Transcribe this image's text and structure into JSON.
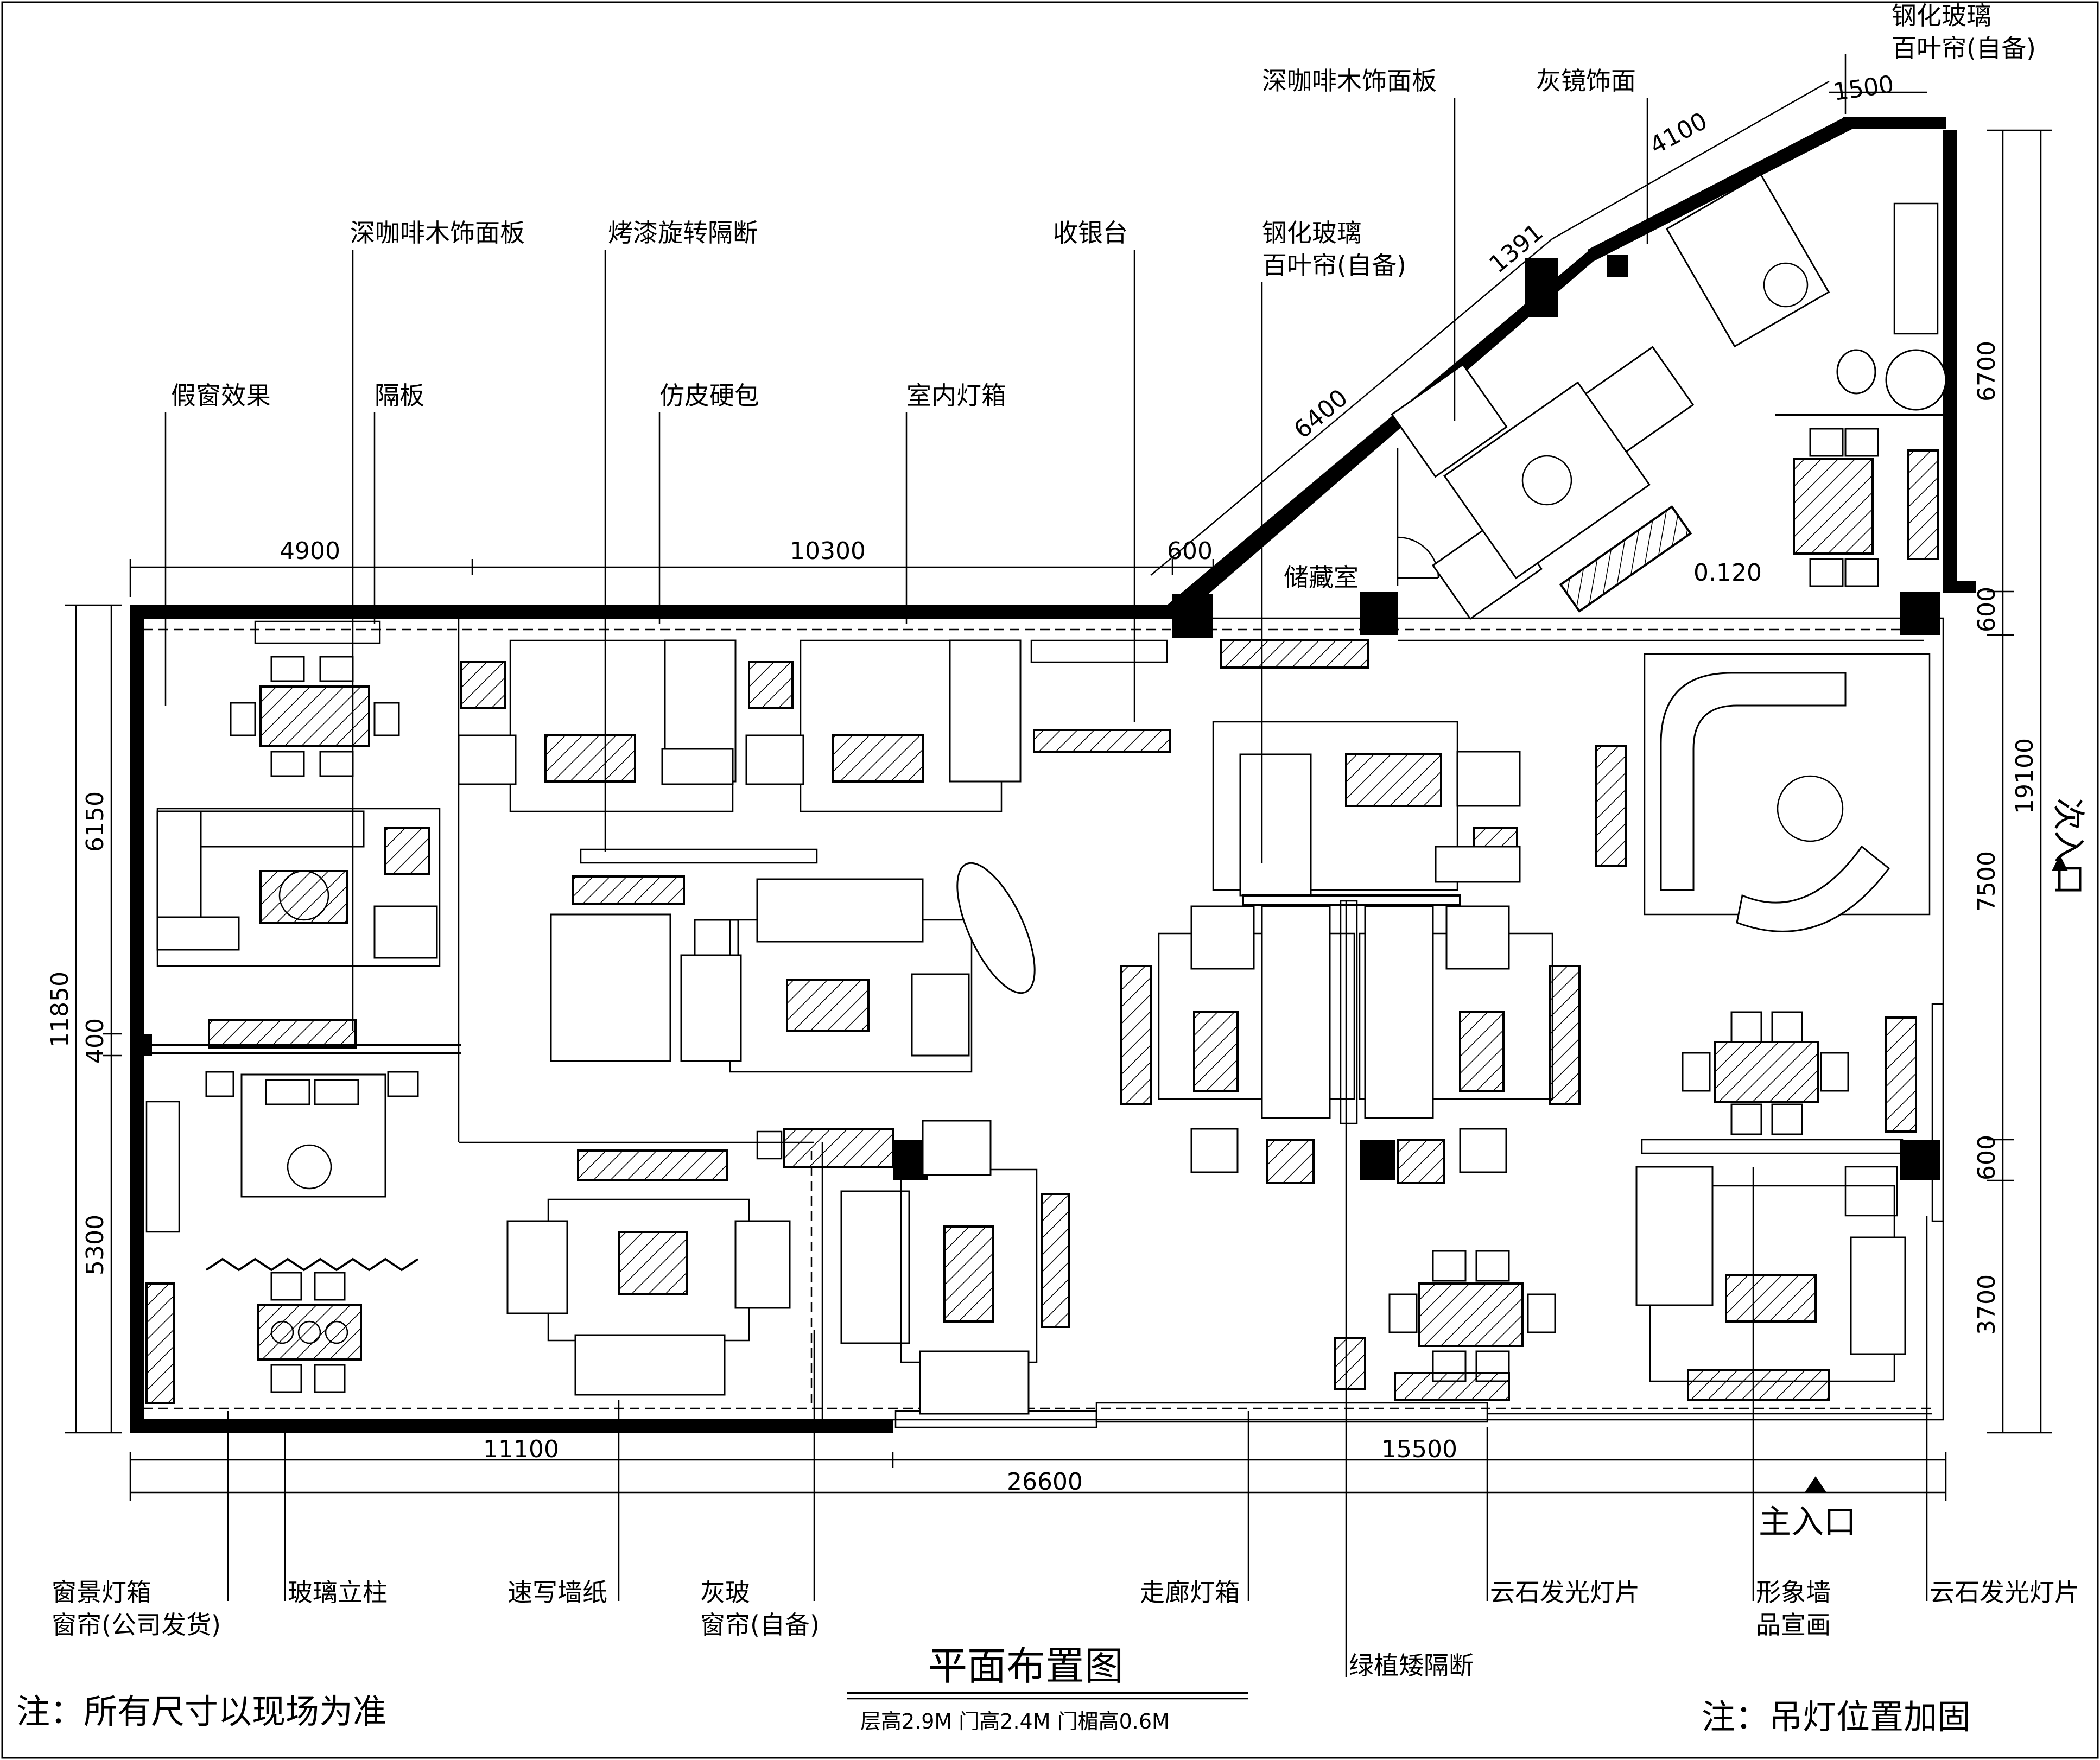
{
  "labels_top": {
    "fake_window": "假窗效果",
    "deep_coffee_panel_left": "深咖啡木饰面板",
    "partition_board": "隔板",
    "lacquer_partition": "烤漆旋转隔断",
    "faux_leather": "仿皮硬包",
    "cashier": "收银台",
    "light_box": "室内灯箱",
    "tempered_glass_mid_1": "钢化玻璃",
    "tempered_glass_mid_2": "百叶帘(自备)",
    "deep_coffee_panel_right": "深咖啡木饰面板",
    "grey_mirror": "灰镜饰面",
    "tempered_glass_right_1": "钢化玻璃",
    "tempered_glass_right_2": "百叶帘(自备)",
    "storage": "储藏室",
    "level": "0.120"
  },
  "labels_bottom": {
    "window_light_box_1": "窗景灯箱",
    "window_light_box_2": "窗帘(公司发货)",
    "glass_column": "玻璃立柱",
    "sketch_wallpaper": "速写墙纸",
    "grey_glass_1": "灰玻",
    "grey_glass_2": "窗帘(自备)",
    "corridor_light": "走廊灯箱",
    "green_partition": "绿植矮隔断",
    "cloud_stone_1": "云石发光灯片",
    "image_wall_1": "形象墙",
    "image_wall_2": "品宣画",
    "cloud_stone_2": "云石发光灯片"
  },
  "entrances": {
    "main": "主入口",
    "secondary": "次入口"
  },
  "dimensions": {
    "top_4900": "4900",
    "top_10300": "10300",
    "top_600": "600",
    "diag_6400": "6400",
    "diag_1391": "1391",
    "diag_4100": "4100",
    "diag_1500": "1500",
    "left_6150": "6150",
    "left_11850": "11850",
    "left_400": "400",
    "left_5300": "5300",
    "right_6700": "6700",
    "right_600a": "600",
    "right_19100": "19100",
    "right_7500": "7500",
    "right_600b": "600",
    "right_3700": "3700",
    "bottom_11100": "11100",
    "bottom_15500": "15500",
    "bottom_26600": "26600"
  },
  "title": {
    "main": "平面布置图",
    "sub": "层高2.9M   门高2.4M   门楣高0.6M"
  },
  "notes": {
    "left": "注：所有尺寸以现场为准",
    "right": "注：吊灯位置加固"
  }
}
